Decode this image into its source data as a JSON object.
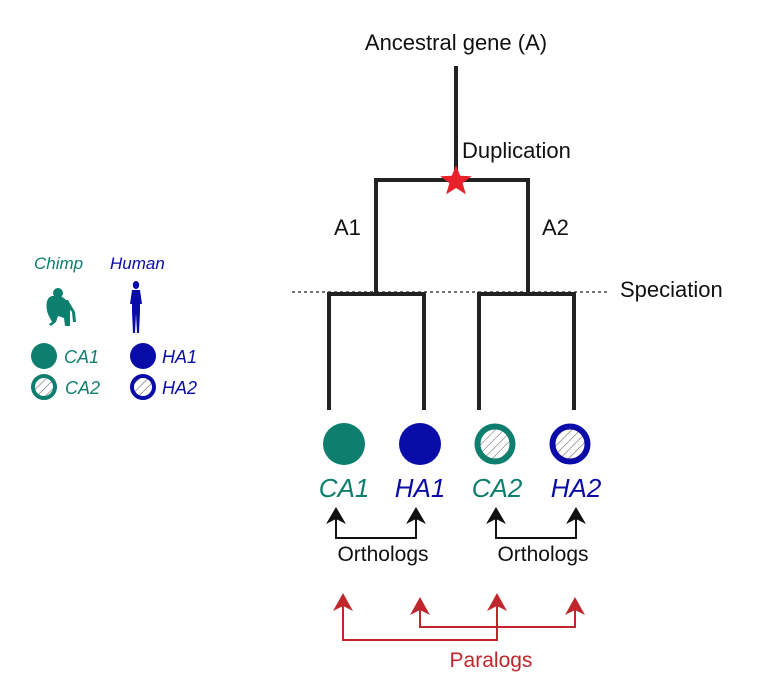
{
  "title": "Ancestral gene (A)",
  "events": {
    "duplication": "Duplication",
    "speciation": "Speciation"
  },
  "branches": {
    "a1": "A1",
    "a2": "A2"
  },
  "legend": {
    "chimp": "Chimp",
    "human": "Human",
    "ca1": "CA1",
    "ca2": "CA2",
    "ha1": "HA1",
    "ha2": "HA2"
  },
  "leaves": [
    {
      "label": "CA1",
      "species": "chimp",
      "copy": "A1"
    },
    {
      "label": "HA1",
      "species": "human",
      "copy": "A1"
    },
    {
      "label": "CA2",
      "species": "chimp",
      "copy": "A2"
    },
    {
      "label": "HA2",
      "species": "human",
      "copy": "A2"
    }
  ],
  "relations": {
    "orthologs_1": "Orthologs",
    "orthologs_2": "Orthologs",
    "paralogs": "Paralogs"
  },
  "colors": {
    "chimp": "#0e7f6e",
    "human": "#0a0ca8",
    "star": "#e8202a",
    "paralogs": "#c0272d",
    "tree": "#222222"
  }
}
